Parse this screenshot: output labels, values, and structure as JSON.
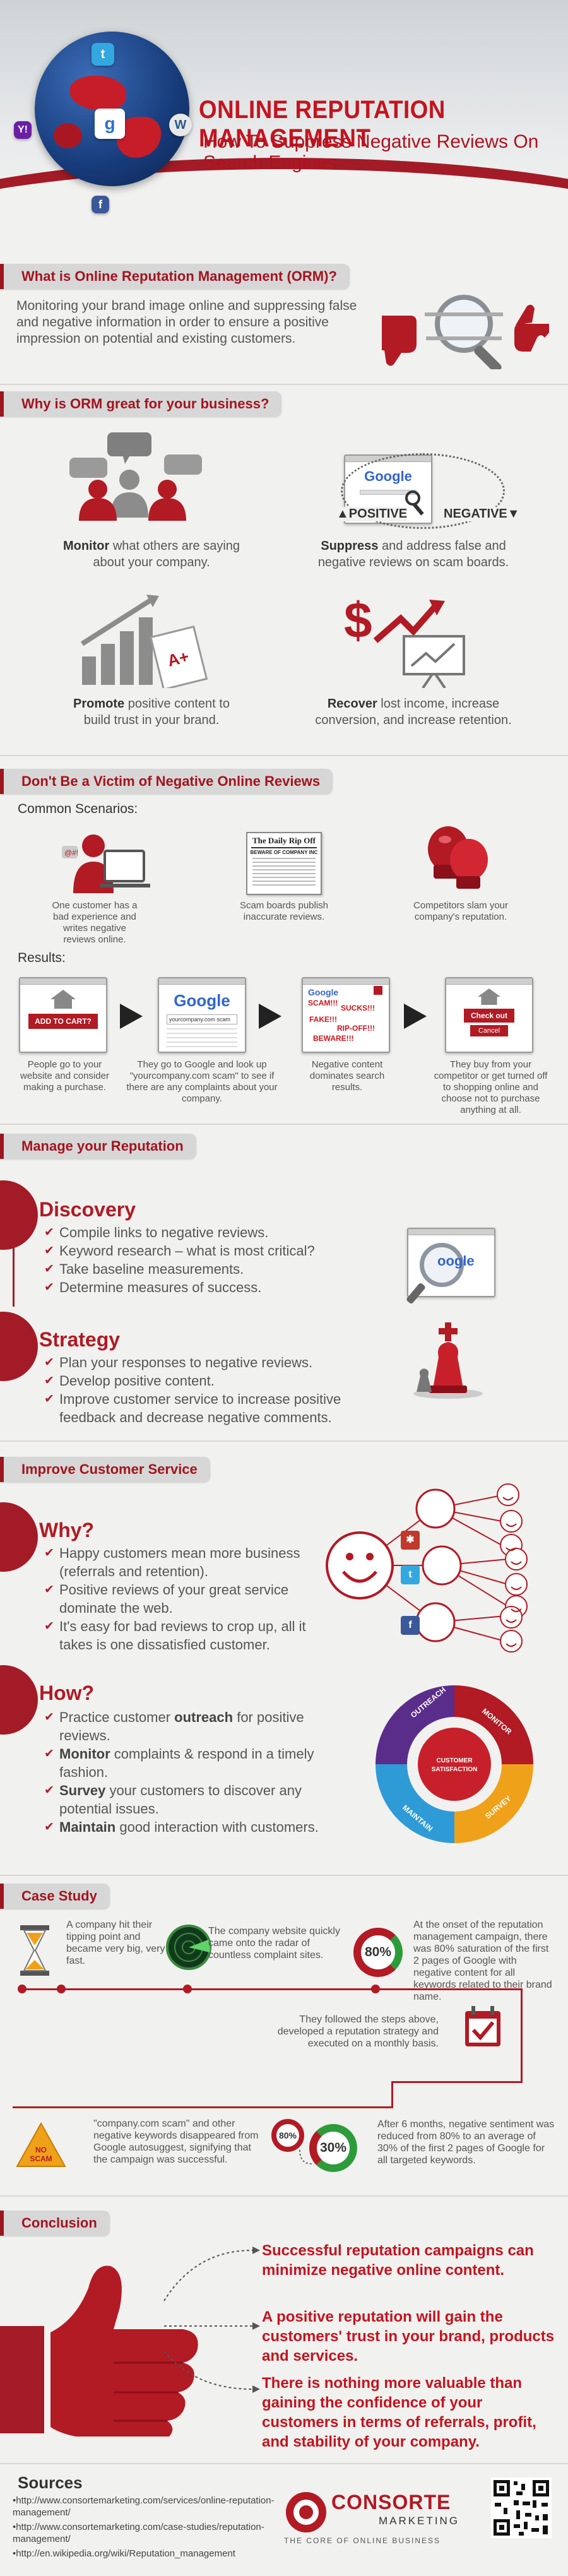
{
  "header": {
    "title": "ONLINE REPUTATION MANAGEMENT",
    "subtitle": "How To Suppress Negative Reviews On Search Engines",
    "social_icons": [
      "twitter-icon",
      "google-icon",
      "facebook-icon",
      "yahoo-icon",
      "wordpress-icon"
    ]
  },
  "orm": {
    "heading": "What is Online Reputation Management (ORM)?",
    "text": "Monitoring your brand image online and suppressing false and negative information in order to ensure a positive impression on potential and existing customers."
  },
  "why": {
    "heading": "Why is ORM great for your business?",
    "items": [
      {
        "bold": "Monitor",
        "rest": " what others are saying about your company."
      },
      {
        "bold": "Suppress",
        "rest": " and address false and negative reviews on scam boards."
      },
      {
        "bold": "Promote",
        "rest": " positive content to build trust in your brand."
      },
      {
        "bold": "Recover",
        "rest": " lost income, increase conversion, and increase retention."
      }
    ],
    "google_label": "Google",
    "positive": "▲POSITIVE",
    "negative": "NEGATIVE▼",
    "aplus": "A+"
  },
  "victim": {
    "heading": "Don't Be a Victim of Negative Online Reviews",
    "scenarios_label": "Common Scenarios:",
    "scenarios": [
      "One customer has a bad experience and writes negative reviews online.",
      "Scam boards publish inaccurate reviews.",
      "Competitors slam your company's reputation."
    ],
    "newspaper_title": "The Daily Rip Off",
    "newspaper_headline": "BEWARE OF COMPANY INC",
    "results_label": "Results:",
    "results": [
      "People go to your website and consider making a purchase.",
      "They go to Google and look up \"yourcompany.com scam\" to see if there are any complaints about your company.",
      "Negative content dominates search results.",
      "They buy from your competitor or get turned off to shopping online and choose not to purchase anything at all."
    ],
    "add_to_cart": "ADD TO CART?",
    "google_search": "yourcompany.com scam",
    "neg_words": [
      "SCAM!!!",
      "SUCKS!!!",
      "FAKE!!!",
      "RIP-OFF!!!",
      "BEWARE!!!"
    ],
    "checkout": "Check out",
    "cancel": "Cancel"
  },
  "manage": {
    "heading": "Manage your Reputation",
    "discovery_title": "Discovery",
    "discovery": [
      "Compile links to negative reviews.",
      "Keyword research – what is most critical?",
      "Take baseline measurements.",
      "Determine measures of success."
    ],
    "strategy_title": "Strategy",
    "strategy": [
      "Plan your responses to negative reviews.",
      "Develop positive content.",
      "Improve customer service to increase positive feedback and decrease negative comments."
    ]
  },
  "service": {
    "heading": "Improve Customer Service",
    "why_title": "Why?",
    "why": [
      "Happy customers mean more business (referrals and retention).",
      "Positive reviews of your great service dominate the web.",
      "It's easy for bad reviews to crop up, all it takes is one dissatisfied customer."
    ],
    "how_title": "How?",
    "how": [
      {
        "pre": "Practice customer ",
        "bold": "outreach",
        "post": " for positive reviews."
      },
      {
        "pre": "",
        "bold": "Monitor",
        "post": " complaints & respond in a timely fashion."
      },
      {
        "pre": "",
        "bold": "Survey",
        "post": " your customers to discover any potential issues."
      },
      {
        "pre": "",
        "bold": "Maintain",
        "post": " good interaction with customers."
      }
    ],
    "cycle_center": "CUSTOMER SATISFACTION",
    "cycle_labels": [
      "OUTREACH",
      "MONITOR",
      "SURVEY",
      "MAINTAIN"
    ]
  },
  "case": {
    "heading": "Case Study",
    "step1": "A company hit their tipping point and became very big, very fast.",
    "step2": "The company website quickly came onto the radar of countless complaint sites.",
    "pct1": "80%",
    "step3": "At the onset of the reputation management campaign, there was 80% saturation of the first 2 pages of Google with negative content for all keywords related to their brand name.",
    "step4": "They followed the steps above, developed a reputation strategy and executed on a monthly basis.",
    "step5": "\"company.com scam\" and other negative keywords disappeared from Google autosuggest, signifying that the campaign was successful.",
    "no_scam": "NO SCAM",
    "pct_from": "80%",
    "pct_to": "30%",
    "step6": "After 6 months, negative sentiment was reduced from 80% to an average of 30% of the first 2 pages of Google for all targeted keywords."
  },
  "conclusion": {
    "heading": "Conclusion",
    "lines": [
      "Successful reputation campaigns can minimize negative online content.",
      "A positive reputation will gain the customers' trust in your brand, products and services.",
      "There is nothing more valuable than gaining the confidence of your customers in terms of referrals, profit, and stability of your company."
    ]
  },
  "sources": {
    "heading": "Sources",
    "links": [
      "•http://www.consortemarketing.com/services/online-reputation-management/",
      "•http://www.consortemarketing.com/case-studies/reputation-management/",
      "•http://en.wikipedia.org/wiki/Reputation_management"
    ],
    "brand": "CONSORTE",
    "brand_sub": "MARKETING",
    "tagline": "THE CORE OF ONLINE BUSINESS"
  },
  "colors": {
    "brand_red": "#a31b26",
    "title_red": "#c3141f",
    "panel_bg": "#f1f1ef",
    "tag_bg": "#d7d7d7"
  }
}
